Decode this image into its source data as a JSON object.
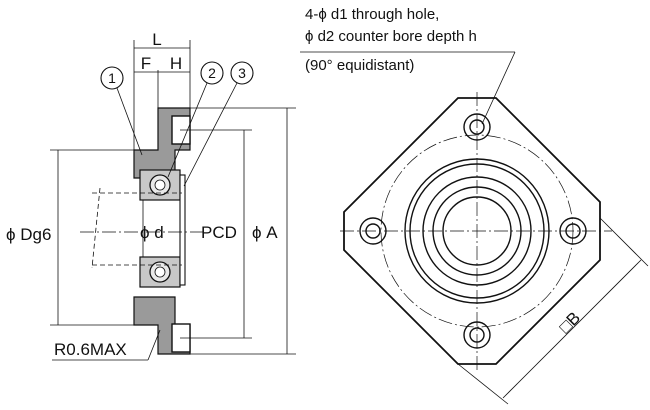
{
  "labels": {
    "L": "L",
    "F": "F",
    "H": "H",
    "part1": "1",
    "part2": "2",
    "part3": "3",
    "dg6": "ϕ Dg6",
    "d": "ϕ d",
    "pcd": "PCD",
    "a": "ϕ A",
    "r": "R0.6MAX",
    "b": "□B"
  },
  "note": {
    "line1": "4-ϕ d1 through hole,",
    "line2": "ϕ d2 counter bore depth h",
    "line3": "(90° equidistant)"
  }
}
